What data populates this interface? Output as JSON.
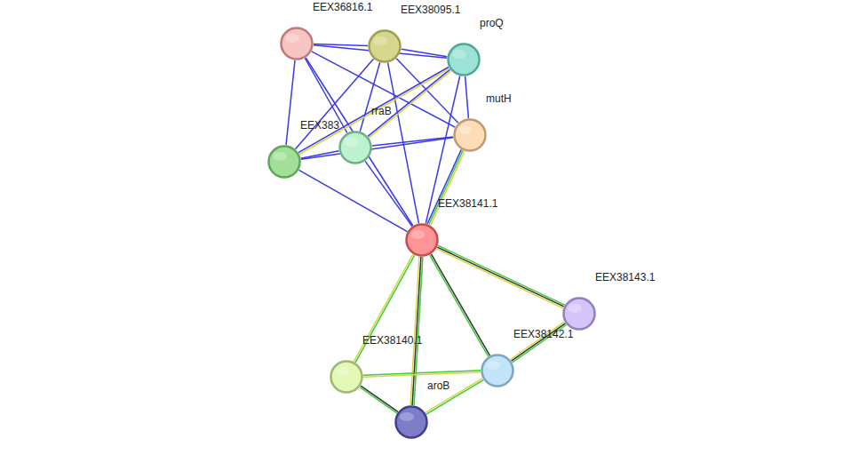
{
  "diagram": {
    "nodes": [
      {
        "text": [
          "EEX36816.1"
        ]
      },
      {
        "text": [
          "EEX38095.1"
        ]
      },
      {
        "text": [
          "proQ"
        ]
      },
      {
        "text": [
          "mutH"
        ]
      },
      {
        "text": [
          "rraB"
        ]
      },
      {
        "text": [
          "EEX383"
        ]
      },
      {
        "text": [
          "EEX38141.1"
        ]
      },
      {
        "text": [
          "EEX38143.1"
        ]
      },
      {
        "text": [
          "EEX38142.1"
        ]
      },
      {
        "text": [
          "EEX38140.1"
        ]
      },
      {
        "text": [
          "aroB"
        ]
      }
    ],
    "edges": [
      {
        "from": 0,
        "to": 1,
        "arrow": "none"
      },
      {
        "from": 0,
        "to": 2,
        "arrow": "none"
      },
      {
        "from": 0,
        "to": 3,
        "arrow": "none"
      },
      {
        "from": 0,
        "to": 4,
        "arrow": "none"
      },
      {
        "from": 0,
        "to": 5,
        "arrow": "none"
      },
      {
        "from": 0,
        "to": 6,
        "arrow": "none"
      },
      {
        "from": 1,
        "to": 2,
        "arrow": "none"
      },
      {
        "from": 1,
        "to": 3,
        "arrow": "none"
      },
      {
        "from": 1,
        "to": 4,
        "arrow": "none"
      },
      {
        "from": 1,
        "to": 5,
        "arrow": "none"
      },
      {
        "from": 1,
        "to": 6,
        "arrow": "none"
      },
      {
        "from": 2,
        "to": 3,
        "arrow": "none"
      },
      {
        "from": 2,
        "to": 4,
        "arrow": "none"
      },
      {
        "from": 2,
        "to": 5,
        "arrow": "none"
      },
      {
        "from": 2,
        "to": 6,
        "arrow": "none"
      },
      {
        "from": 3,
        "to": 4,
        "arrow": "none"
      },
      {
        "from": 3,
        "to": 5,
        "arrow": "none"
      },
      {
        "from": 3,
        "to": 6,
        "arrow": "none"
      },
      {
        "from": 4,
        "to": 5,
        "arrow": "none"
      },
      {
        "from": 4,
        "to": 6,
        "arrow": "none"
      },
      {
        "from": 5,
        "to": 6,
        "arrow": "none"
      },
      {
        "from": 6,
        "to": 7,
        "arrow": "none"
      },
      {
        "from": 6,
        "to": 8,
        "arrow": "none"
      },
      {
        "from": 6,
        "to": 9,
        "arrow": "none"
      },
      {
        "from": 6,
        "to": 10,
        "arrow": "none"
      },
      {
        "from": 7,
        "to": 8,
        "arrow": "none"
      },
      {
        "from": 9,
        "to": 8,
        "arrow": "none"
      },
      {
        "from": 8,
        "to": 10,
        "arrow": "none"
      },
      {
        "from": 9,
        "to": 10,
        "arrow": "none"
      }
    ]
  }
}
